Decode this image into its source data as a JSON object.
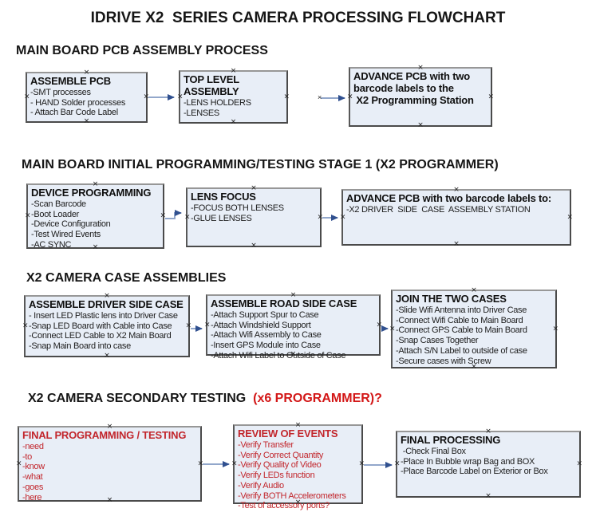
{
  "title": "IDRIVE X2  SERIES CAMERA PROCESSING FLOWCHART",
  "colors": {
    "box_fill": "#e8eef7",
    "arrow_line": "#92a7cb",
    "arrow_head": "#30508f",
    "red_text": "#c2262c",
    "heading_red": "#d31717"
  },
  "sections": [
    {
      "heading": "MAIN BOARD PCB ASSEMBLY PROCESS",
      "boxes": [
        {
          "title": "ASSEMBLE PCB",
          "items": [
            "-SMT processes",
            "- HAND Solder processes",
            "- Attach Bar Code Label"
          ]
        },
        {
          "title": "TOP LEVEL ASSEMBLY",
          "items": [
            "-LENS HOLDERS",
            "-LENSES"
          ]
        },
        {
          "title": "ADVANCE PCB with two\nbarcode labels to the\n X2 Programming Station",
          "items": []
        }
      ]
    },
    {
      "heading": "MAIN BOARD INITIAL PROGRAMMING/TESTING STAGE 1 (X2 PROGRAMMER)",
      "boxes": [
        {
          "title": "DEVICE PROGRAMMING",
          "items": [
            "-Scan Barcode",
            "-Boot Loader",
            "-Device Configuration",
            "-Test Wired Events",
            "-AC SYNC"
          ]
        },
        {
          "title": "LENS FOCUS",
          "items": [
            "-FOCUS BOTH LENSES",
            "-GLUE LENSES"
          ]
        },
        {
          "title": "ADVANCE PCB with two barcode labels to:",
          "items": [
            "-X2 DRIVER  SIDE  CASE  ASSEMBLY STATION"
          ]
        }
      ]
    },
    {
      "heading": "X2 CAMERA CASE ASSEMBLIES",
      "boxes": [
        {
          "title": "ASSEMBLE DRIVER SIDE CASE",
          "items": [
            "- Insert LED Plastic lens into Driver Case",
            "-Snap LED Board with Cable into Case",
            "-Connect LED Cable to X2 Main Board",
            "-Snap Main Board into case"
          ]
        },
        {
          "title": "ASSEMBLE ROAD SIDE CASE",
          "items": [
            "-Attach Support Spur to Case",
            "-Attach Windshield Support",
            "-Attach Wifi Assembly to Case",
            "-Insert GPS Module into Case",
            "-Attach Wifi Label to Outside of Case"
          ]
        },
        {
          "title": "JOIN THE TWO CASES",
          "items": [
            "-Slide Wifi Antenna into Driver Case",
            "-Connect Wifi Cable to Main Board",
            "-Connect GPS Cable to Main Board",
            "-Snap Cases Together",
            "-Attach S/N Label to outside of case",
            "-Secure cases with Screw"
          ]
        }
      ]
    },
    {
      "heading": "X2 CAMERA SECONDARY TESTING  ",
      "heading_suffix": "(x6 PROGRAMMER)?",
      "boxes": [
        {
          "title": "FINAL PROGRAMMING / TESTING",
          "items": [
            "-need",
            "-to",
            "-know",
            "-what",
            "-goes",
            "-here"
          ]
        },
        {
          "title": "REVIEW OF EVENTS",
          "items": [
            "-Verify Transfer",
            "-Verify Correct Quantity",
            "-Verify Quality of Video",
            "-Verify LEDs function",
            "-Verify Audio",
            "-Verify BOTH Accelerometers",
            "-Test of accessory ports?"
          ]
        },
        {
          "title": "FINAL PROCESSING",
          "items": [
            " -Check Final Box",
            "-Place In Bubble wrap Bag and BOX",
            "-Place Barcode Label on Exterior or Box"
          ]
        }
      ]
    }
  ]
}
